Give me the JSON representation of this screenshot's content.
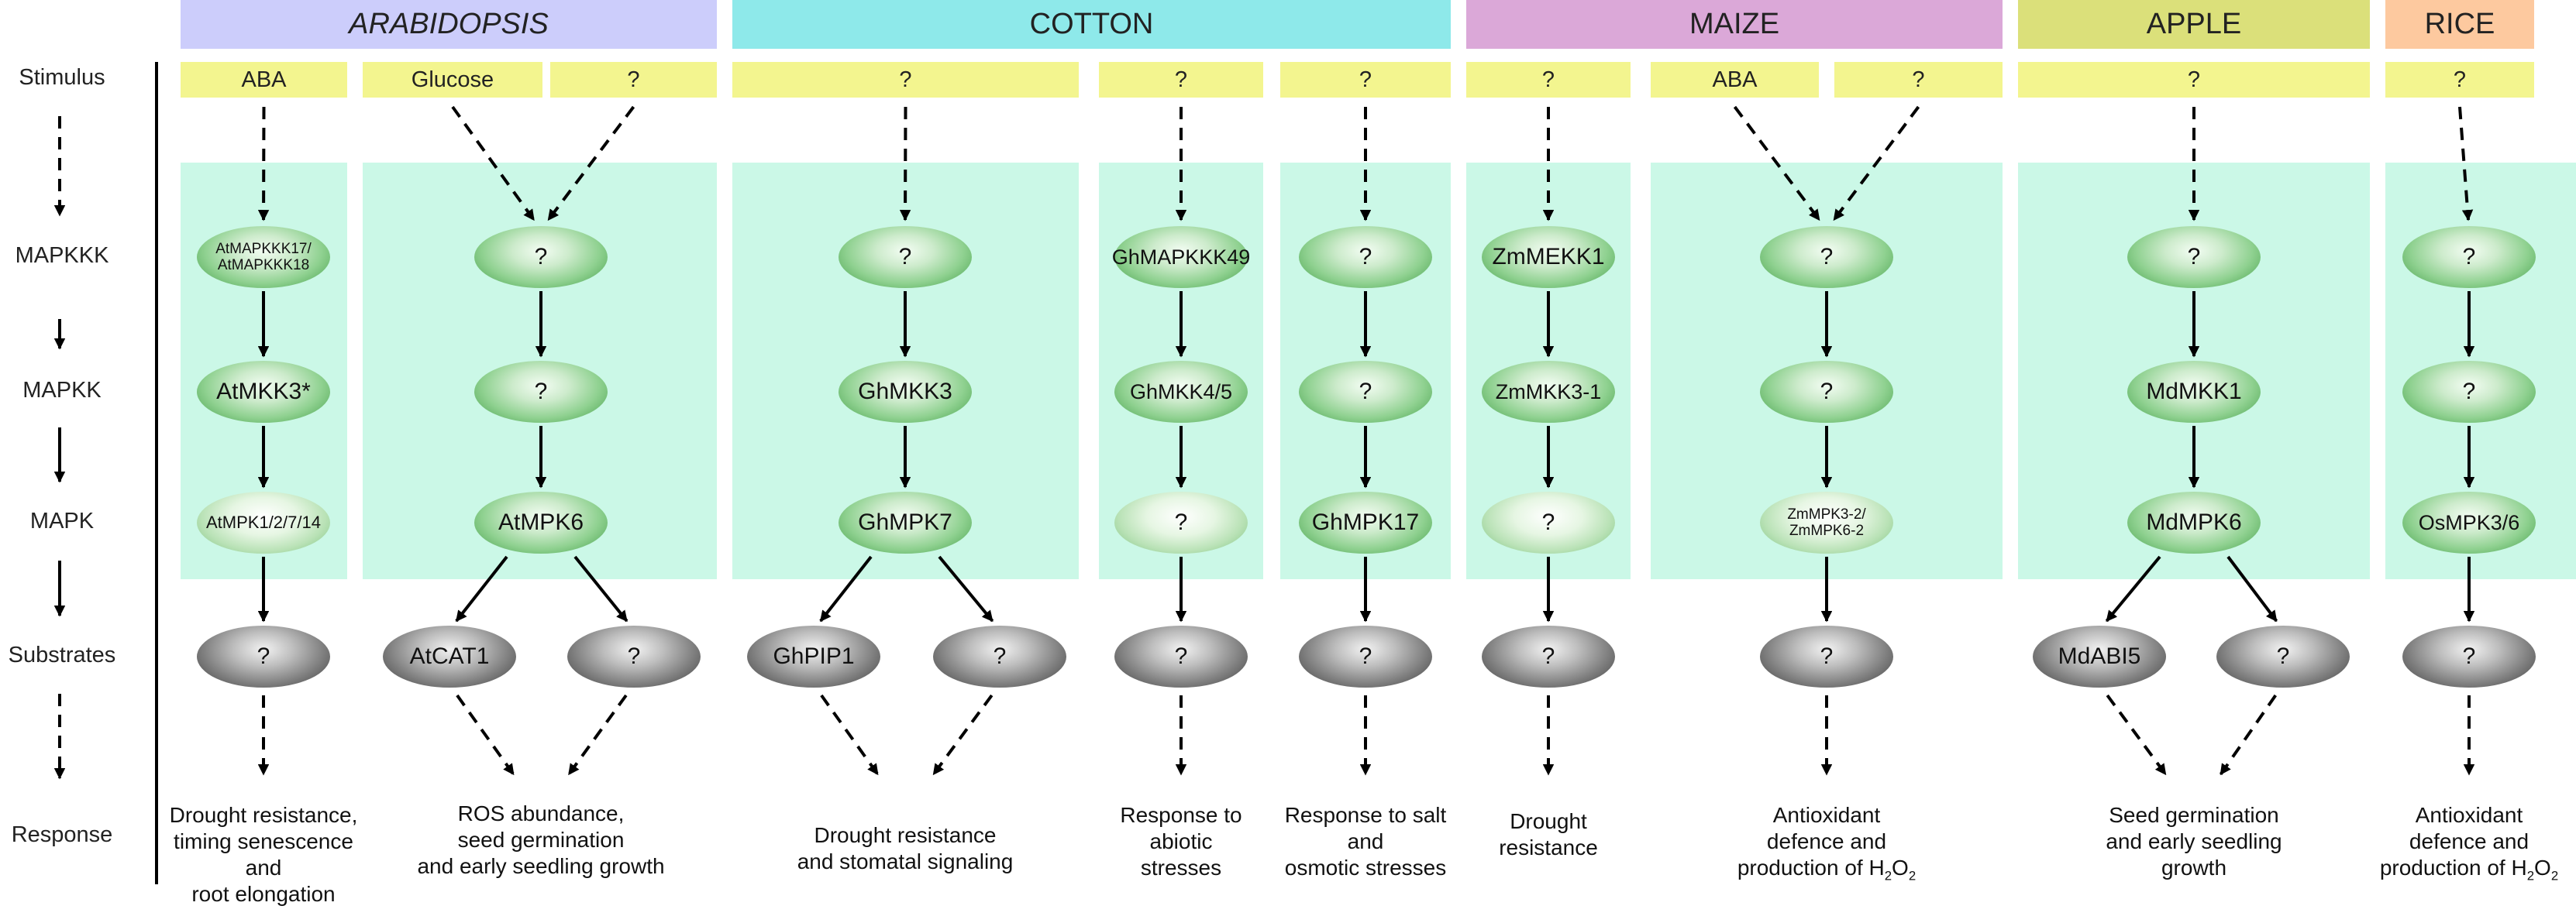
{
  "species": [
    {
      "id": "arabidopsis",
      "label": "ARABIDOPSIS",
      "color": "#cccdfb",
      "italic": true
    },
    {
      "id": "cotton",
      "label": "COTTON",
      "color": "#8ee9ea",
      "italic": false
    },
    {
      "id": "maize",
      "label": "MAIZE",
      "color": "#dba8d8",
      "italic": false
    },
    {
      "id": "apple",
      "label": "APPLE",
      "color": "#dbe07a",
      "italic": false
    },
    {
      "id": "rice",
      "label": "RICE",
      "color": "#fdc99f",
      "italic": false
    }
  ],
  "row_labels": {
    "stimulus": "Stimulus",
    "mapkkk": "MAPKKK",
    "mapkk": "MAPKK",
    "mapk": "MAPK",
    "substrates": "Substrates",
    "response": "Response"
  },
  "stimuli": [
    "ABA",
    "Glucose",
    "?",
    "?",
    "?",
    "?",
    "?",
    "ABA",
    "?",
    "?",
    "?"
  ],
  "columns": [
    {
      "mapkkk": "AtMAPKKK17/ AtMAPKKK18",
      "mapkk": "AtMKK3*",
      "mapk": "AtMPK1/2/7/14",
      "substrates": [
        "?"
      ],
      "response": [
        "Drought resistance,",
        "timing senescence",
        "and",
        "root elongation"
      ]
    },
    {
      "mapkkk": "?",
      "mapkk": "?",
      "mapk": "AtMPK6",
      "substrates": [
        "AtCAT1",
        "?"
      ],
      "response": [
        "ROS abundance,",
        "seed germination",
        "and early seedling growth"
      ]
    },
    {
      "mapkkk": "?",
      "mapkk": "GhMKK3",
      "mapk": "GhMPK7",
      "substrates": [
        "GhPIP1",
        "?"
      ],
      "response": [
        "Drought resistance",
        "and stomatal signaling"
      ]
    },
    {
      "mapkkk": "GhMAPKKK49",
      "mapkk": "GhMKK4/5",
      "mapk": "?",
      "substrates": [
        "?"
      ],
      "response": [
        "Response to",
        "abiotic",
        "stresses"
      ]
    },
    {
      "mapkkk": "?",
      "mapkk": "?",
      "mapk": "GhMPK17",
      "substrates": [
        "?"
      ],
      "response": [
        "Response to salt",
        "and",
        "osmotic stresses"
      ]
    },
    {
      "mapkkk": "ZmMEKK1",
      "mapkk": "ZmMKK3-1",
      "mapk": "?",
      "substrates": [
        "?"
      ],
      "response": [
        "Drought",
        "resistance"
      ]
    },
    {
      "mapkkk": "?",
      "mapkk": "?",
      "mapk": "ZmMPK3-2/ ZmMPK6-2",
      "substrates": [
        "?"
      ],
      "response": [
        "Antioxidant",
        "defence and",
        "production of H2O2"
      ]
    },
    {
      "mapkkk": "?",
      "mapkk": "MdMKK1",
      "mapk": "MdMPK6",
      "substrates": [
        "MdABI5",
        "?"
      ],
      "response": [
        "Seed germination",
        "and early seedling",
        "growth"
      ]
    },
    {
      "mapkkk": "?",
      "mapkk": "?",
      "mapk": "OsMPK3/6",
      "substrates": [
        "?"
      ],
      "response": [
        "Antioxidant",
        "defence and",
        "production of H2O2"
      ]
    }
  ]
}
